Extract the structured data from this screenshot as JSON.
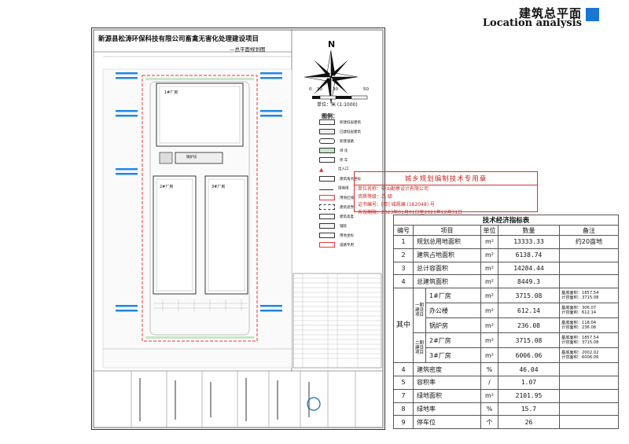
{
  "header": {
    "title": "建筑总平面",
    "subtitle": "Location  analysis",
    "accent": "#1976d2"
  },
  "drawing": {
    "project_title": "新源县松涛环保科技有限公司畜禽无害化处理建设项目",
    "sheet_subtitle": "—总平面规划图",
    "north": "N",
    "scale_ticks": [
      "0",
      "10",
      "30",
      "50"
    ],
    "scale_unit": "单位：米 (1:1000)",
    "legend_title": "图例：",
    "legend": [
      {
        "label": "新建低层建筑"
      },
      {
        "label": "已建低层建筑"
      },
      {
        "label": "新建道路"
      },
      {
        "label": "绿    化"
      },
      {
        "label": "停    车"
      },
      {
        "label": "出入口"
      },
      {
        "label": "建筑角点坐标"
      },
      {
        "label": "围墙线"
      },
      {
        "label": "用地红线"
      },
      {
        "label": "建筑退界"
      },
      {
        "label": "建筑高度"
      },
      {
        "label": "铺装"
      },
      {
        "label": "用地坐标"
      },
      {
        "label": "道路专用"
      }
    ],
    "buildings": [
      {
        "label": "1#厂房"
      },
      {
        "label": "2#厂房"
      },
      {
        "label": "3#厂房"
      },
      {
        "label": "锅炉房"
      }
    ]
  },
  "stamp": {
    "title": "城乡规划编制技术专用章",
    "lines": [
      "单位名称：中汕勘察设计有限公司",
      "资质等级：乙  级",
      "证书编号：[粤] 城规编 (182048) 号",
      "有效期限：2023年01月01日至2021年12月31日"
    ]
  },
  "table": {
    "title": "技术经济指标表",
    "headers": [
      "编号",
      "项目",
      "单位",
      "数量",
      "备注"
    ],
    "rows": [
      {
        "no": "1",
        "item": "规划总用地面积",
        "unit": "m²",
        "qty": "13333.33",
        "note": "约20亩地"
      },
      {
        "no": "2",
        "item": "建筑占地面积",
        "unit": "m²",
        "qty": "6138.74",
        "note": ""
      },
      {
        "no": "3",
        "item": "总计容面积",
        "unit": "m²",
        "qty": "14284.44",
        "note": ""
      },
      {
        "no": "4",
        "item": "总建筑面积",
        "unit": "m²",
        "qty": "8449.3",
        "note": ""
      }
    ],
    "sub_group_label": "其中",
    "phase1_label": "一期建设项目",
    "phase2_label": "二期建设项目",
    "sub_rows": [
      {
        "item": "1#厂房",
        "unit": "m²",
        "qty": "3715.08",
        "note1": "基底面积：1857.54",
        "note2": "计容面积：3715.08"
      },
      {
        "item": "办公楼",
        "unit": "m²",
        "qty": "612.14",
        "note1": "基底面积：306.07",
        "note2": "计容面积：612.14"
      },
      {
        "item": "锅炉房",
        "unit": "m²",
        "qty": "236.08",
        "note1": "基底面积：118.04",
        "note2": "计容面积：236.08"
      },
      {
        "item": "2#厂房",
        "unit": "m²",
        "qty": "3715.08",
        "note1": "基底面积：1857.54",
        "note2": "计容面积：3715.08"
      },
      {
        "item": "3#厂房",
        "unit": "m²",
        "qty": "6006.06",
        "note1": "基底面积：2002.02",
        "note2": "计容面积：6006.06"
      }
    ],
    "rows2": [
      {
        "no": "4",
        "item": "建筑密度",
        "unit": "%",
        "qty": "46.04",
        "note": ""
      },
      {
        "no": "5",
        "item": "容积率",
        "unit": "/",
        "qty": "1.07",
        "note": ""
      },
      {
        "no": "7",
        "item": "绿地面积",
        "unit": "m²",
        "qty": "2101.95",
        "note": ""
      },
      {
        "no": "8",
        "item": "绿地率",
        "unit": "%",
        "qty": "15.7",
        "note": ""
      },
      {
        "no": "9",
        "item": "停车位",
        "unit": "个",
        "qty": "26",
        "note": ""
      }
    ]
  }
}
